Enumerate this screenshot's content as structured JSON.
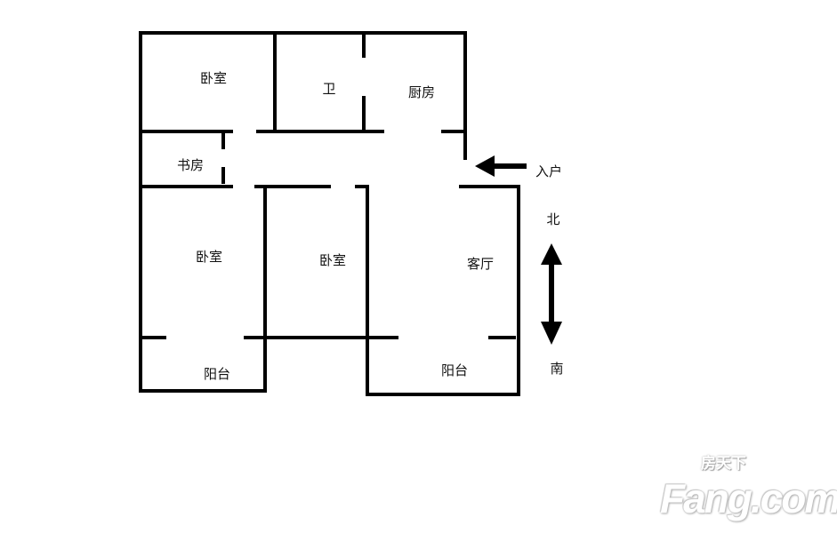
{
  "rooms": {
    "bedroom_top": "卧室",
    "bathroom": "卫",
    "kitchen": "厨房",
    "study": "书房",
    "bedroom_left": "卧室",
    "bedroom_middle": "卧室",
    "living_room": "客厅",
    "balcony_left": "阳台",
    "balcony_right": "阳台"
  },
  "entrance": {
    "label": "入户"
  },
  "compass": {
    "north": "北",
    "south": "南"
  },
  "watermark": {
    "brand": "Fang.com",
    "chinese": "房天下"
  }
}
